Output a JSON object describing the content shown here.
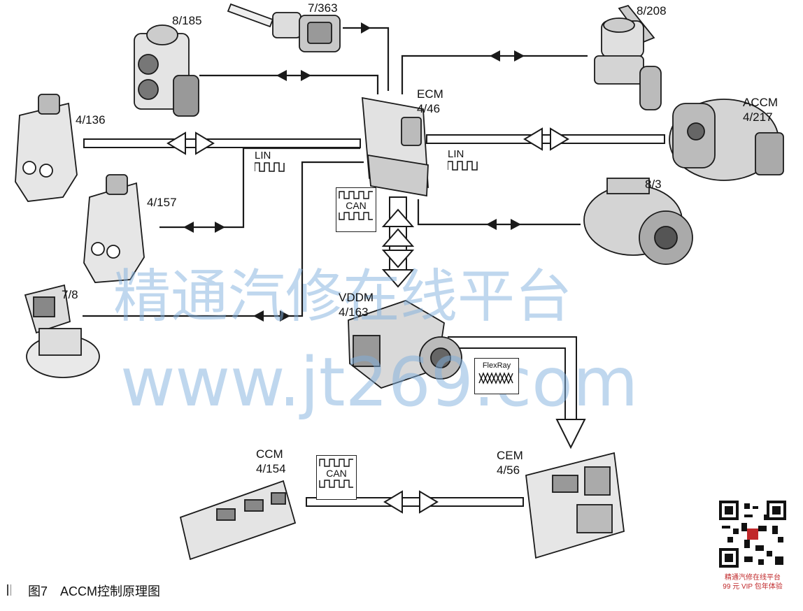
{
  "components": {
    "c_8_185": "8/185",
    "c_7_363": "7/363",
    "c_8_208": "8/208",
    "c_4_136": "4/136",
    "c_4_157": "4/157",
    "c_7_8": "7/8",
    "c_8_3": "8/3",
    "ecm_name": "ECM",
    "ecm_code": "4/46",
    "accm_name": "ACCM",
    "accm_code": "4/217",
    "vddm_name": "VDDM",
    "vddm_code": "4/163",
    "ccm_name": "CCM",
    "ccm_code": "4/154",
    "cem_name": "CEM",
    "cem_code": "4/56"
  },
  "buses": {
    "lin_left": "LIN",
    "lin_right": "LIN",
    "can_top": "CAN",
    "can_bottom": "CAN",
    "flexray": "FlexRay"
  },
  "watermark": {
    "line1": "精通汽修在线平台",
    "line2": "www.jt269.com"
  },
  "caption": "图7　ACCM控制原理图",
  "qr_text": {
    "line1": "精通汽修在线平台",
    "line2": "99 元 VIP 包年体验"
  },
  "colors": {
    "line": "#1a1a1a",
    "watermark": "#7fb0dd",
    "qr_text": "#c0282a"
  }
}
